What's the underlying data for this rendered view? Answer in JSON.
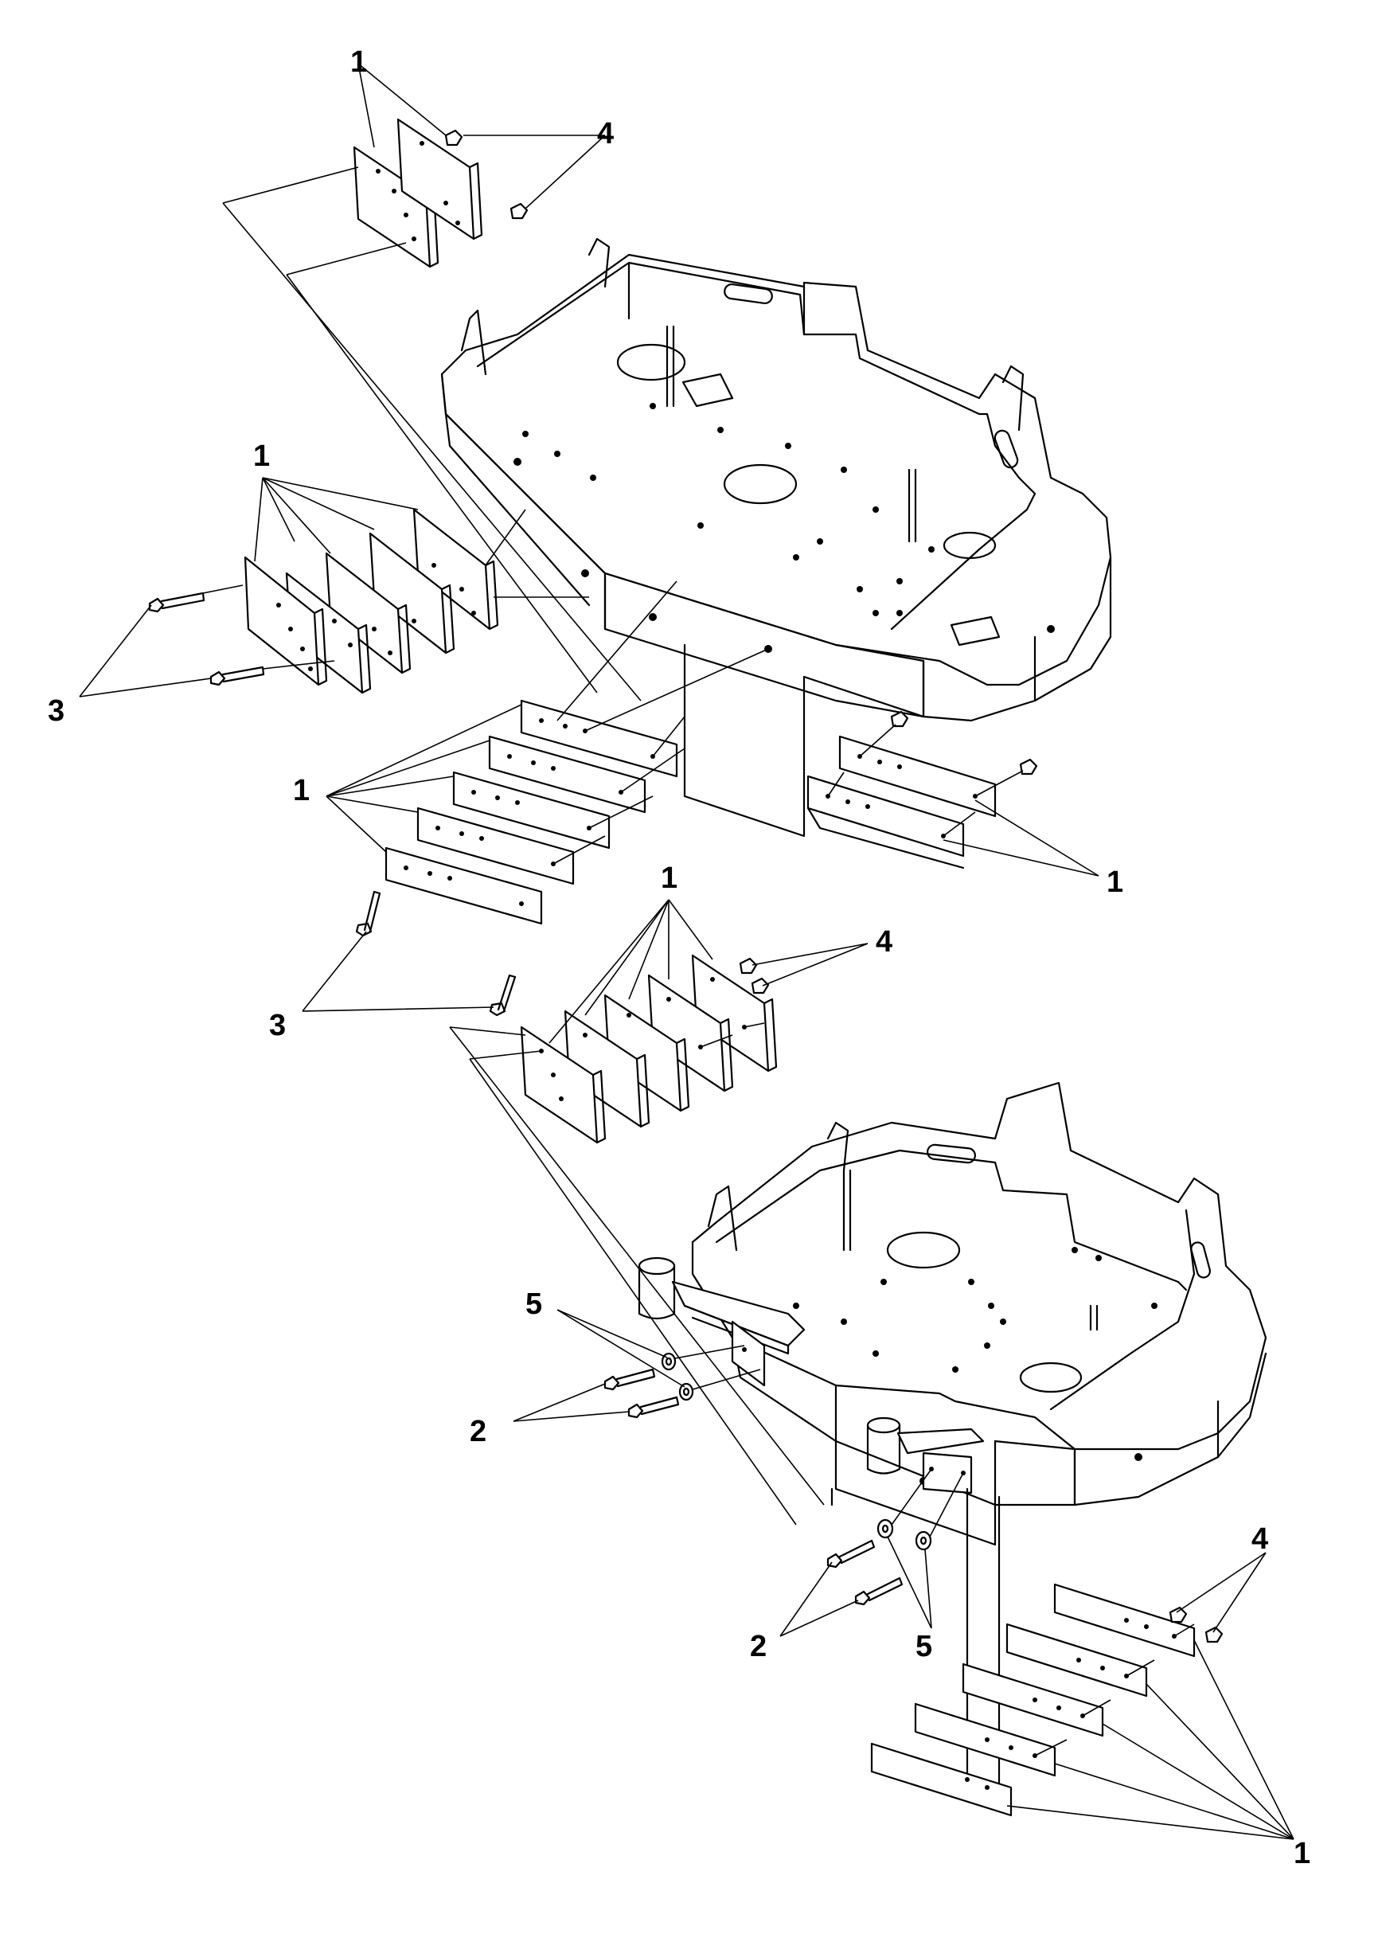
{
  "callouts": {
    "top_left_1": "1",
    "top_left_4": "4",
    "mid_left_1": "1",
    "mid_left_3": "3",
    "center_1": "1",
    "right_1": "1",
    "center_3": "3",
    "center_stack_1": "1",
    "center_stack_4": "4",
    "lower_5": "5",
    "lower_2": "2",
    "bottom_2": "2",
    "bottom_5": "5",
    "bottom_right_4": "4",
    "bottom_right_1": "1"
  }
}
